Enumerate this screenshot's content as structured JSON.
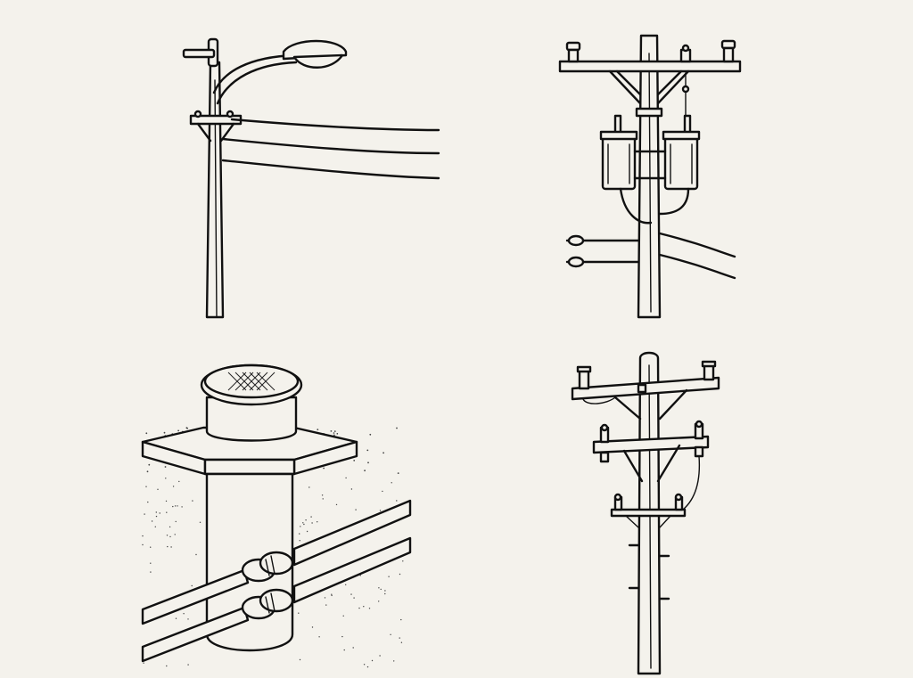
{
  "panels": [
    {
      "id": "streetlight-pole"
    },
    {
      "id": "transformer-pole"
    },
    {
      "id": "underground-vault"
    },
    {
      "id": "double-crossarm-pole"
    }
  ],
  "colors": {
    "background": "#f4f2ec",
    "ink": "#111111"
  }
}
